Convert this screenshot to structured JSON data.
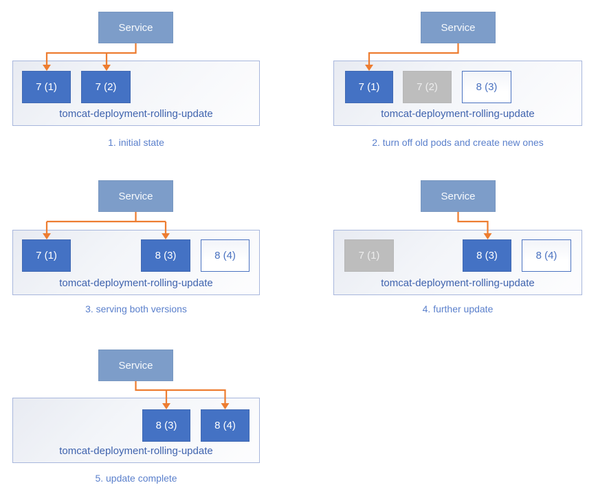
{
  "diagram": {
    "title_semantic": "kubernetes-rolling-update-stages",
    "service_label": "Service",
    "deployment_label": "tomcat-deployment-rolling-update",
    "colors": {
      "service_fill": "#7D9DC9",
      "pod_active_fill": "#4472C4",
      "pod_terminated_fill": "#BDBDBD",
      "pod_pending_border": "#4A72C0",
      "container_border": "#A7B6DC",
      "container_fill_start": "#E8EBF2",
      "arrow_orange": "#ED7D31",
      "caption_text": "#5B80CC",
      "deployment_label_text": "#3F63AE"
    },
    "panels": [
      {
        "caption": "1. initial state",
        "pods": [
          {
            "label": "7 (1)",
            "state": "active"
          },
          {
            "label": "7 (2)",
            "state": "active"
          }
        ]
      },
      {
        "caption": "2. turn off old pods and create new ones",
        "pods": [
          {
            "label": "7 (1)",
            "state": "active"
          },
          {
            "label": "7 (2)",
            "state": "terminated"
          },
          {
            "label": "8 (3)",
            "state": "pending"
          }
        ]
      },
      {
        "caption": "3. serving both versions",
        "pods": [
          {
            "label": "7 (1)",
            "state": "active"
          },
          {
            "label": "8 (3)",
            "state": "active"
          },
          {
            "label": "8 (4)",
            "state": "pending"
          }
        ]
      },
      {
        "caption": "4. further update",
        "pods": [
          {
            "label": "7 (1)",
            "state": "terminated"
          },
          {
            "label": "8 (3)",
            "state": "active"
          },
          {
            "label": "8 (4)",
            "state": "pending"
          }
        ]
      },
      {
        "caption": "5. update complete",
        "pods": [
          {
            "label": "8 (3)",
            "state": "active"
          },
          {
            "label": "8 (4)",
            "state": "active"
          }
        ]
      }
    ]
  }
}
